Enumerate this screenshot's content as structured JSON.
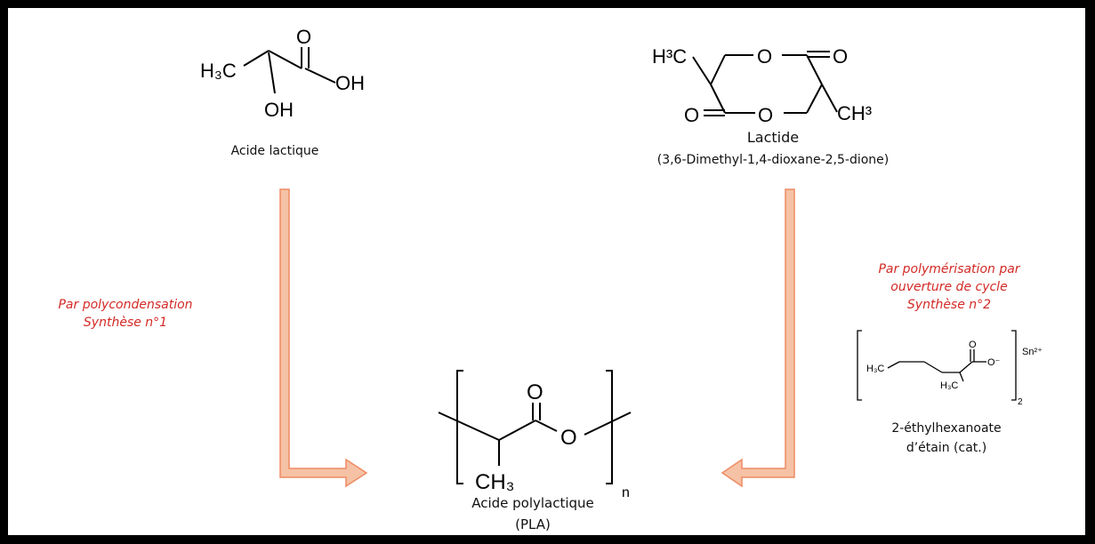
{
  "structures": {
    "lactic_acid": {
      "h3c": "H₃C",
      "o_top": "O",
      "oh_right": "OH",
      "oh_bottom": "OH",
      "name": "Acide lactique"
    },
    "lactide": {
      "h3c": "H³C",
      "o_ring_top": "O",
      "o_keto_right": "O",
      "o_keto_left": "O",
      "o_ring_bottom": "O",
      "ch3": "CH³",
      "name": "Lactide",
      "iupac": "(3,6-Dimethyl-1,4-dioxane-2,5-dione)"
    },
    "pla": {
      "o_carbonyl": "O",
      "o_ester": "O",
      "ch3": "CH₃",
      "subscript_n": "n",
      "name_line1": "Acide polylactique",
      "name_line2": "(PLA)"
    },
    "catalyst": {
      "h3c_chain": "H₃C",
      "h3c_branch": "H₃C",
      "o_carbonyl": "O",
      "o_anion": "O⁻",
      "sn": "Sn²⁺",
      "subscript_2": "2",
      "name_line1": "2-éthylhexanoate",
      "name_line2": "d’étain (cat.)"
    }
  },
  "routes": {
    "route1": {
      "line1": "Par polycondensation",
      "line2": "Synthèse n°1"
    },
    "route2": {
      "line1": "Par polymérisation par",
      "line2": "ouverture de cycle",
      "line3": "Synthèse n°2"
    }
  },
  "colors": {
    "arrow_fill": "#f6c2a5",
    "arrow_stroke": "#ee8a63",
    "route_text": "#d22a26",
    "frame": "#000000"
  }
}
